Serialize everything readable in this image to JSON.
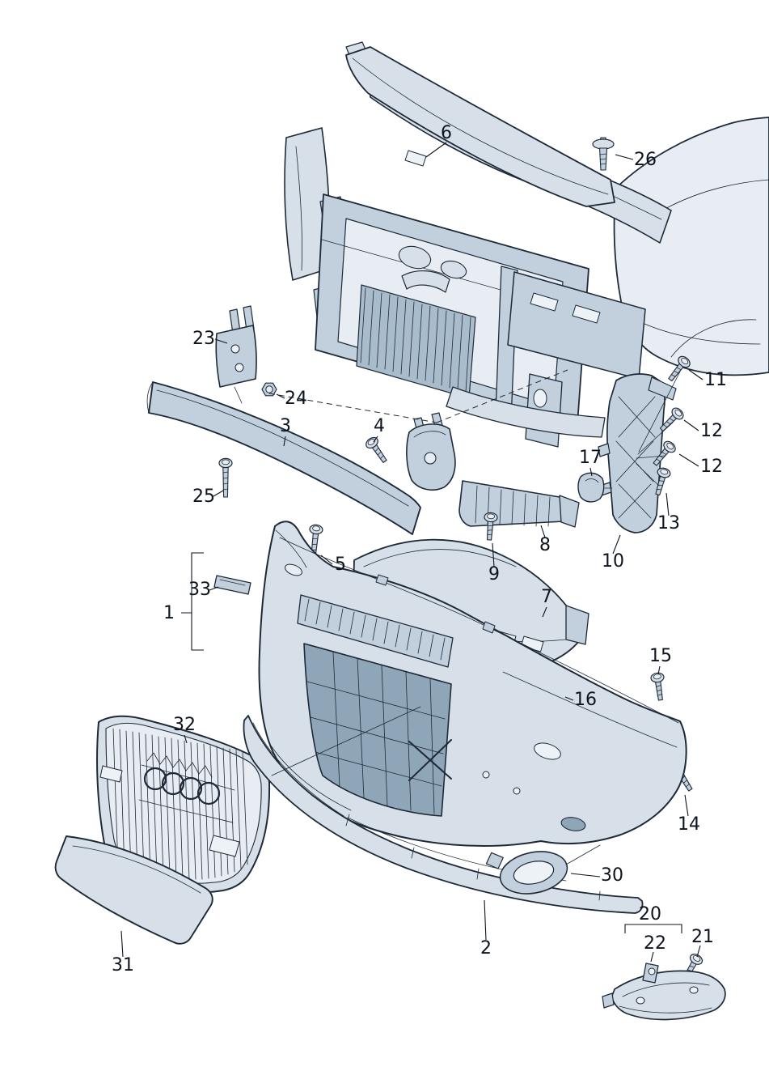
{
  "diagram": {
    "type": "exploded-parts-diagram",
    "subject": "front-bumper-assembly",
    "palette": {
      "background": "#ffffff",
      "line": "#1e2a37",
      "label": "#0d141d",
      "fill_lightest": "#e7edf3",
      "fill_light": "#d7e0e9",
      "fill_mid": "#c2d0dd",
      "fill_dark": "#a9bccc",
      "fill_recess": "#8fa5b8",
      "fill_hole": "#edf2f6"
    },
    "callouts": [
      {
        "label": "6"
      },
      {
        "label": "26"
      },
      {
        "label": "23"
      },
      {
        "label": "24"
      },
      {
        "label": "3"
      },
      {
        "label": "4"
      },
      {
        "label": "11"
      },
      {
        "label": "12"
      },
      {
        "label": "12"
      },
      {
        "label": "17"
      },
      {
        "label": "25"
      },
      {
        "label": "13"
      },
      {
        "label": "8"
      },
      {
        "label": "9"
      },
      {
        "label": "10"
      },
      {
        "label": "5"
      },
      {
        "label": "33"
      },
      {
        "label": "1"
      },
      {
        "label": "7"
      },
      {
        "label": "15"
      },
      {
        "label": "16"
      },
      {
        "label": "32"
      },
      {
        "label": "14"
      },
      {
        "label": "30"
      },
      {
        "label": "2"
      },
      {
        "label": "20"
      },
      {
        "label": "22"
      },
      {
        "label": "21"
      },
      {
        "label": "31"
      }
    ]
  }
}
